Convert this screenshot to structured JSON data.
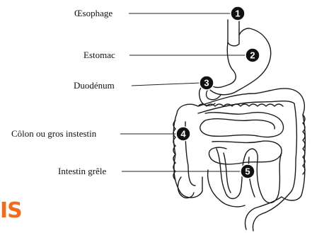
{
  "labels": [
    {
      "number": "1",
      "text": "Œsophage"
    },
    {
      "number": "2",
      "text": "Estomac"
    },
    {
      "number": "3",
      "text": "Duodénum"
    },
    {
      "number": "4",
      "text": "Côlon ou gros instestin"
    },
    {
      "number": "5",
      "text": "Intestin grêle"
    }
  ],
  "brand_fragment": {
    "text": "IS",
    "color": "#f26b1d"
  }
}
